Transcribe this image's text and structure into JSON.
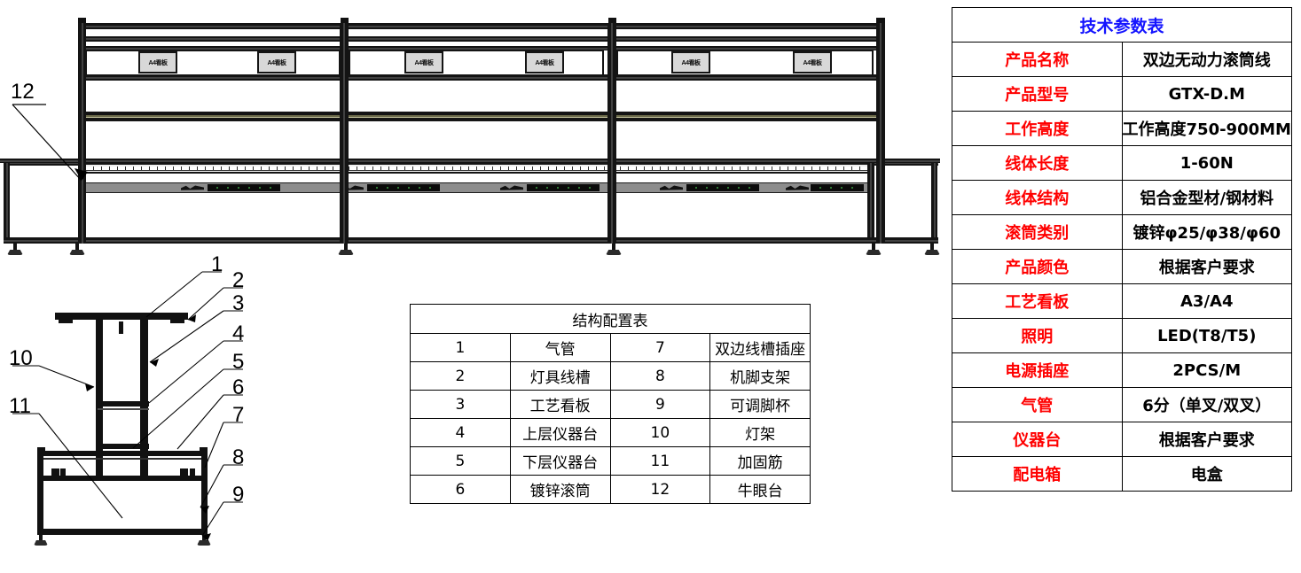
{
  "drawing": {
    "main_view_name": "front-elevation",
    "detail_view_name": "cross-section",
    "kanban_label": "A4看板",
    "callouts_main": [
      {
        "id": "12",
        "text": "12"
      }
    ],
    "callouts_detail": [
      {
        "id": "1",
        "text": "1"
      },
      {
        "id": "2",
        "text": "2"
      },
      {
        "id": "3",
        "text": "3"
      },
      {
        "id": "4",
        "text": "4"
      },
      {
        "id": "5",
        "text": "5"
      },
      {
        "id": "6",
        "text": "6"
      },
      {
        "id": "7",
        "text": "7"
      },
      {
        "id": "8",
        "text": "8"
      },
      {
        "id": "9",
        "text": "9"
      },
      {
        "id": "10",
        "text": "10"
      },
      {
        "id": "11",
        "text": "11"
      }
    ]
  },
  "struct_table": {
    "title": "结构配置表",
    "rows": [
      {
        "n1": "1",
        "v1": "气管",
        "n2": "7",
        "v2": "双边线槽插座"
      },
      {
        "n1": "2",
        "v1": "灯具线槽",
        "n2": "8",
        "v2": "机脚支架"
      },
      {
        "n1": "3",
        "v1": "工艺看板",
        "n2": "9",
        "v2": "可调脚杯"
      },
      {
        "n1": "4",
        "v1": "上层仪器台",
        "n2": "10",
        "v2": "灯架"
      },
      {
        "n1": "5",
        "v1": "下层仪器台",
        "n2": "11",
        "v2": "加固筋"
      },
      {
        "n1": "6",
        "v1": "镀锌滚筒",
        "n2": "12",
        "v2": "牛眼台"
      }
    ]
  },
  "param_table": {
    "title": "技术参数表",
    "title_color": "#1414ff",
    "key_color": "#ff0000",
    "value_color": "#000000",
    "rows": [
      {
        "key": "产品名称",
        "value": "双边无动力滚筒线"
      },
      {
        "key": "产品型号",
        "value": "GTX-D.M"
      },
      {
        "key": "工作高度",
        "value": "工作高度750-900MM"
      },
      {
        "key": "线体长度",
        "value": "1-60N"
      },
      {
        "key": "线体结构",
        "value": "铝合金型材/钢材料"
      },
      {
        "key": "滚筒类别",
        "value": "镀锌φ25/φ38/φ60"
      },
      {
        "key": "产品颜色",
        "value": "根据客户要求"
      },
      {
        "key": "工艺看板",
        "value": "A3/A4"
      },
      {
        "key": "照明",
        "value": "LED(T8/T5)"
      },
      {
        "key": "电源插座",
        "value": "2PCS/M"
      },
      {
        "key": "气管",
        "value": "6分（单叉/双叉）"
      },
      {
        "key": "仪器台",
        "value": "根据客户要求"
      },
      {
        "key": "配电箱",
        "value": "电盒"
      }
    ]
  }
}
